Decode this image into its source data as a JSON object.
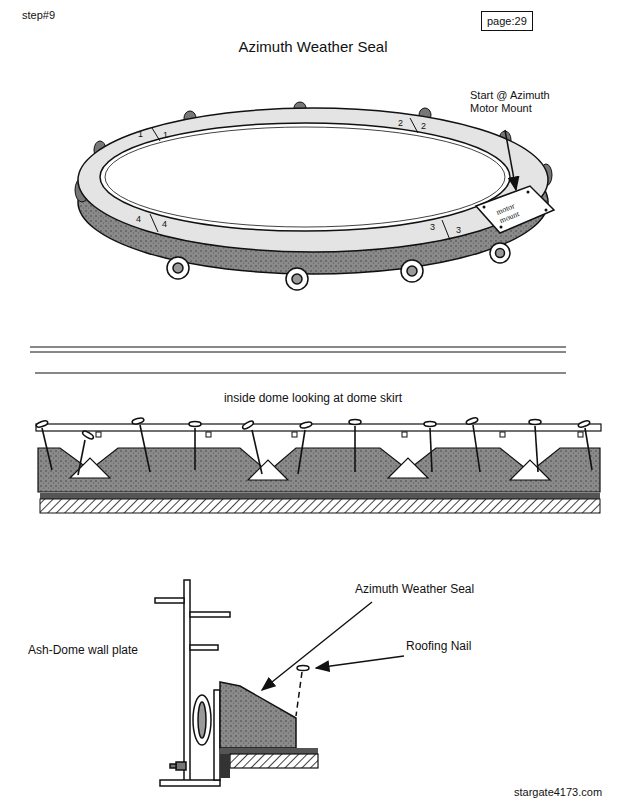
{
  "diagram": {
    "title": "Azimuth Weather Seal",
    "nodes": [
      {
        "text": [
          "page:29"
        ]
      }
    ],
    "labels": [
      "step#9",
      "Start @ Azimuth Motor Mount",
      "motor mount",
      "1",
      "1",
      "2",
      "2",
      "4",
      "4",
      "3",
      "3",
      "inside dome looking at dome skirt",
      "Azimuth Weather Seal",
      "Roofing Nail",
      "Ash-Dome wall plate",
      "stargate4173.com"
    ]
  }
}
